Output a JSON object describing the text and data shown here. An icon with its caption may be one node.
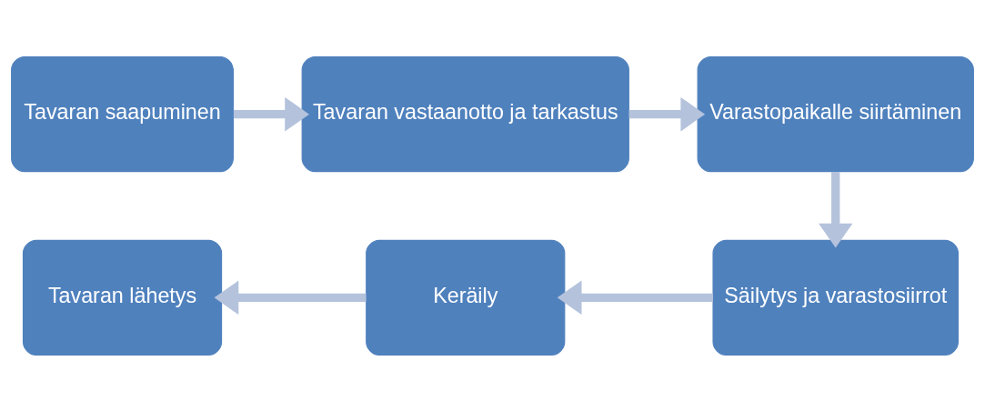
{
  "diagram": {
    "nodes": [
      {
        "text": [
          "Tavaran saapuminen"
        ]
      },
      {
        "text": [
          "Tavaran vastaanotto ja tarkastus"
        ]
      },
      {
        "text": [
          "Varastopaikalle siirtäminen"
        ]
      },
      {
        "text": [
          "Säilytys ja varastosiirrot"
        ]
      },
      {
        "text": [
          "Keräily"
        ]
      },
      {
        "text": [
          "Tavaran lähetys"
        ]
      }
    ],
    "edges": [
      {
        "from": 0,
        "to": 1,
        "arrow": "to"
      },
      {
        "from": 1,
        "to": 2,
        "arrow": "to"
      },
      {
        "from": 2,
        "to": 3,
        "arrow": "to"
      },
      {
        "from": 3,
        "to": 4,
        "arrow": "to"
      },
      {
        "from": 4,
        "to": 5,
        "arrow": "to"
      }
    ]
  }
}
